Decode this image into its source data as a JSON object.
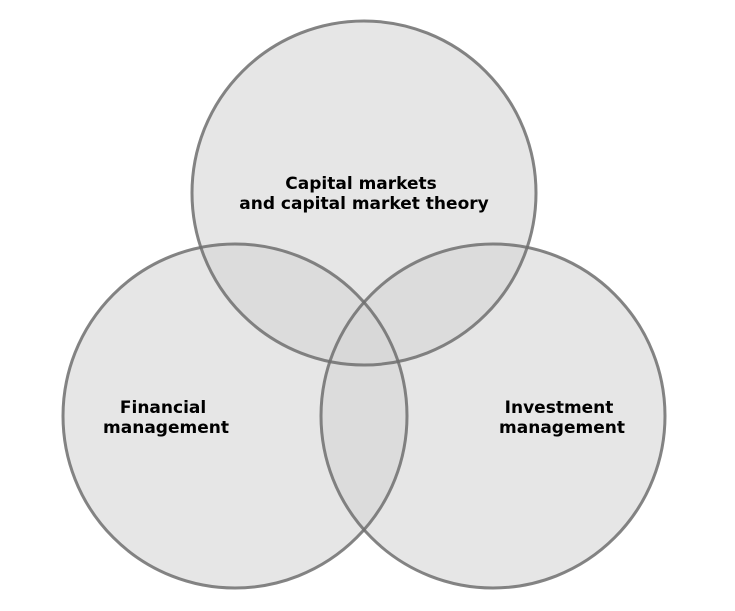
{
  "diagram": {
    "type": "venn",
    "colors": {
      "fill": "#d6d6d6",
      "stroke": "#6f6f6f",
      "text": "#000000"
    },
    "circles": [
      {
        "id": "capital-markets",
        "label_lines": [
          "Capital markets",
          "and capital market theory"
        ]
      },
      {
        "id": "financial-management",
        "label_lines": [
          "Financial",
          "management"
        ]
      },
      {
        "id": "investment-management",
        "label_lines": [
          "Investment",
          "management"
        ]
      }
    ]
  }
}
